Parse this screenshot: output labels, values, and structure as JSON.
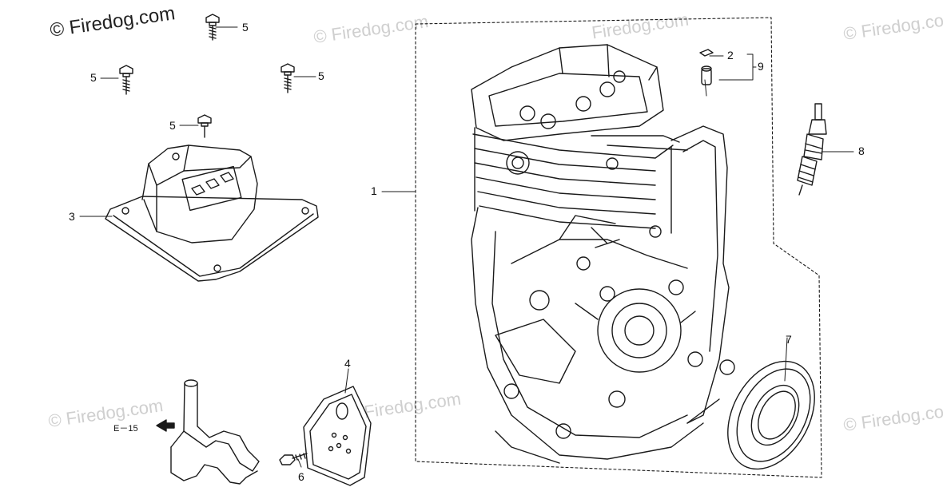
{
  "watermarks": {
    "top_left": "© Firedog.com",
    "faint": "© Firedog.com",
    "faint_mid": "Firedog.com"
  },
  "callouts": {
    "c1": "1",
    "c2": "2",
    "c3": "3",
    "c4": "4",
    "c5": "5",
    "c6": "6",
    "c7": "7",
    "c8": "8",
    "c9": "9"
  },
  "reference": {
    "label": "E－15"
  },
  "colors": {
    "line": "#1a1a1a",
    "watermark": "#cfcfcf"
  }
}
